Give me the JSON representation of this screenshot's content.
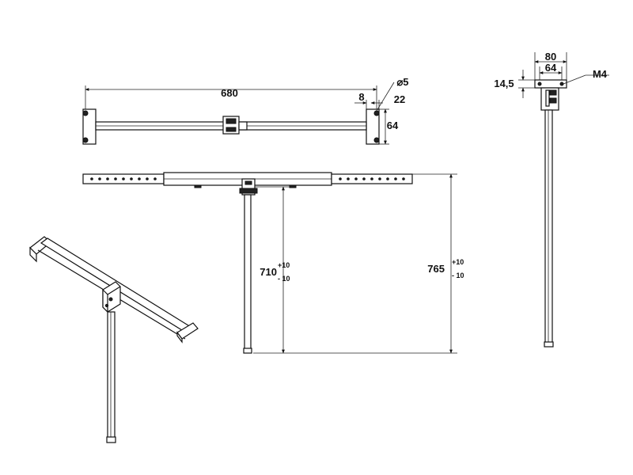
{
  "dimensions": {
    "overall_width": "680",
    "hole_diameter": "⌀5",
    "hole_offset": "8",
    "plate_width": "22",
    "plate_height": "64",
    "height_inner": "710",
    "height_inner_tol_plus": "+10",
    "height_inner_tol_minus": "- 10",
    "height_total": "765",
    "height_total_tol_plus": "+10",
    "height_total_tol_minus": "- 10",
    "mount_width_outer": "80",
    "mount_width_inner": "64",
    "mount_thickness": "14,5",
    "thread": "M4"
  }
}
